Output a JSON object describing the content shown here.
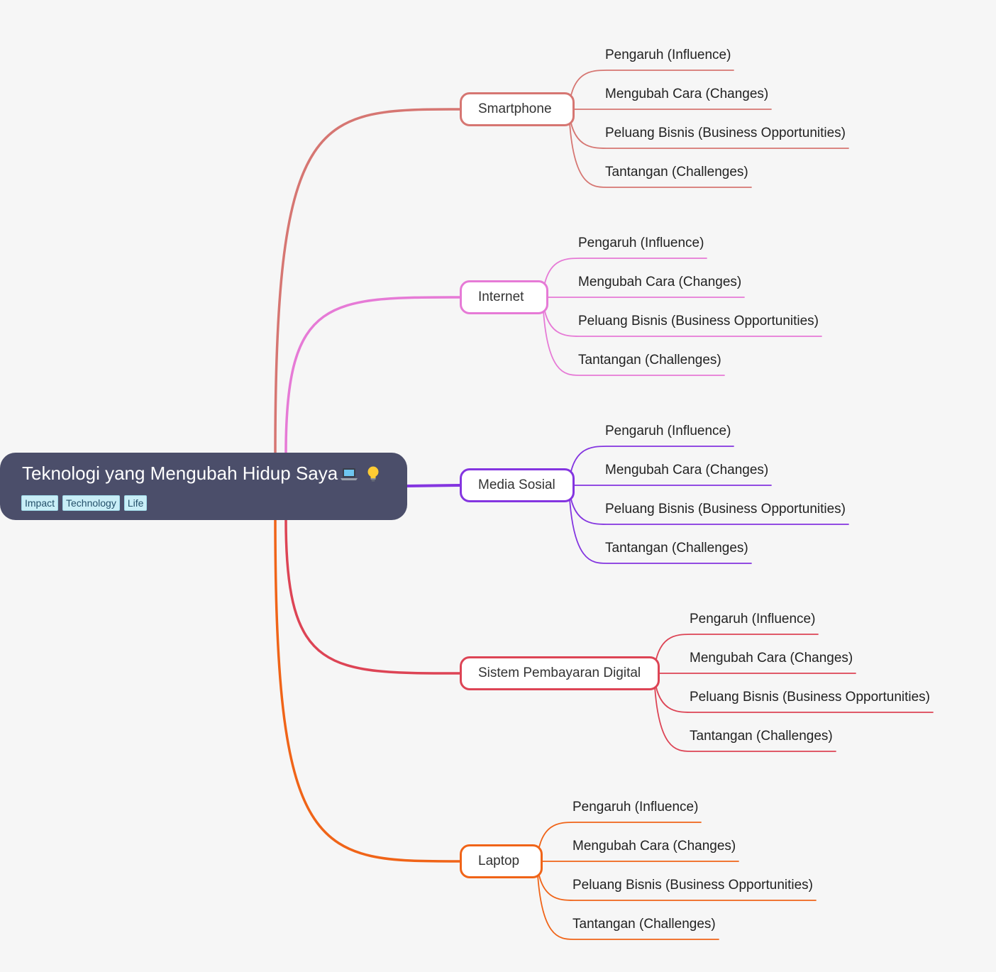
{
  "root": {
    "title": "Teknologi yang Mengubah Hidup Saya",
    "icons": [
      "laptop-emoji-icon",
      "light-bulb-emoji-icon"
    ],
    "labels": [
      "Impact",
      "Technology",
      "Life"
    ]
  },
  "branches": [
    {
      "label": "Smartphone",
      "color": "#d67672",
      "children": [
        "Pengaruh (Influence)",
        "Mengubah Cara (Changes)",
        "Peluang Bisnis (Business Opportunities)",
        "Tantangan (Challenges)"
      ]
    },
    {
      "label": "Internet",
      "color": "#e67ad6",
      "children": [
        "Pengaruh (Influence)",
        "Mengubah Cara (Changes)",
        "Peluang Bisnis (Business Opportunities)",
        "Tantangan (Challenges)"
      ]
    },
    {
      "label": "Media Sosial",
      "color": "#8435e0",
      "children": [
        "Pengaruh (Influence)",
        "Mengubah Cara (Changes)",
        "Peluang Bisnis (Business Opportunities)",
        "Tantangan (Challenges)"
      ]
    },
    {
      "label": "Sistem Pembayaran Digital",
      "color": "#dd4455",
      "children": [
        "Pengaruh (Influence)",
        "Mengubah Cara (Changes)",
        "Peluang Bisnis (Business Opportunities)",
        "Tantangan (Challenges)"
      ]
    },
    {
      "label": "Laptop",
      "color": "#f06418",
      "children": [
        "Pengaruh (Influence)",
        "Mengubah Cara (Changes)",
        "Peluang Bisnis (Business Opportunities)",
        "Tantangan (Challenges)"
      ]
    }
  ]
}
